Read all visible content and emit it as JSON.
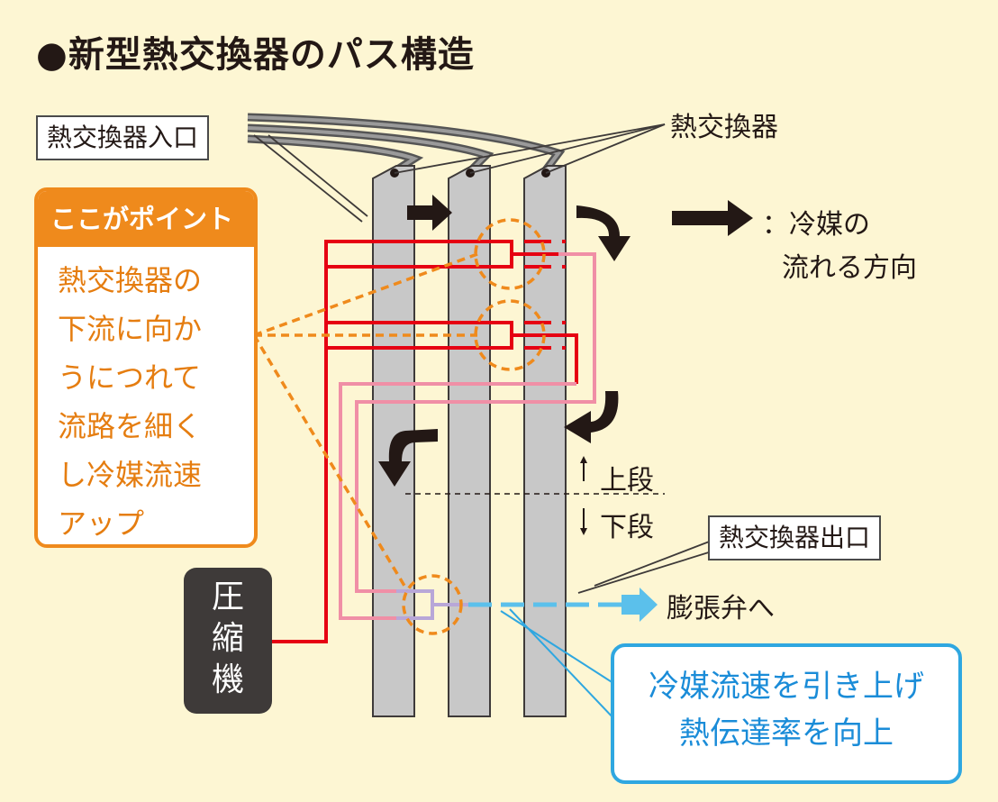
{
  "title": "●新型熱交換器のパス構造",
  "labels": {
    "inlet": "熱交換器入口",
    "heat_exchanger": "熱交換器",
    "legend_line1": "：冷媒の",
    "legend_line2": "流れる方向",
    "upper_stage": "上段",
    "lower_stage": "下段",
    "outlet": "熱交換器出口",
    "expansion_valve": "膨張弁へ"
  },
  "point": {
    "heading": "ここがポイント",
    "lines": [
      "熱交換器の",
      "下流に向か",
      "うにつれて",
      "流路を細く",
      "し冷媒流速",
      "アップ"
    ]
  },
  "compressor": {
    "chars": [
      "圧",
      "縮",
      "機"
    ]
  },
  "callout": {
    "lines": [
      "冷媒流速を引き上げ",
      "熱伝達率を向上"
    ]
  },
  "colors": {
    "background": "#fdf6d3",
    "exchanger": "#c8c8c8",
    "refrigerant_main": "#e60012",
    "refrigerant_light": "#f08fa6",
    "refrigerant_outlet": "#5bc0eb",
    "point_accent": "#ef8a1c",
    "callout_accent": "#2fa7e0"
  }
}
